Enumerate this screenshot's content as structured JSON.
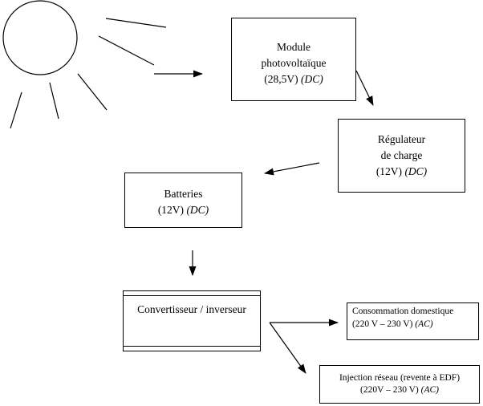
{
  "colors": {
    "background": "#ffffff",
    "stroke": "#000000"
  },
  "diagram": {
    "sun": {
      "icon": "sun-icon"
    },
    "nodes": {
      "module": {
        "line1": "Module",
        "line2": "photovoltaïque",
        "voltage": "(28,5V)",
        "current": "(DC)"
      },
      "regulateur": {
        "line1": "Régulateur",
        "line2": "de charge",
        "voltage": "(12V)",
        "current": "(DC)"
      },
      "batteries": {
        "line1": "Batteries",
        "voltage": "(12V)",
        "current": "(DC)"
      },
      "convertisseur": {
        "title": "Convertisseur / inverseur"
      },
      "consommation": {
        "title": "Consommation domestique",
        "voltage": "(220 V – 230 V)",
        "current": "(AC)"
      },
      "injection": {
        "title": "Injection réseau (revente à EDF)",
        "voltage": "(220V – 230 V)",
        "current": "(AC)"
      }
    }
  }
}
